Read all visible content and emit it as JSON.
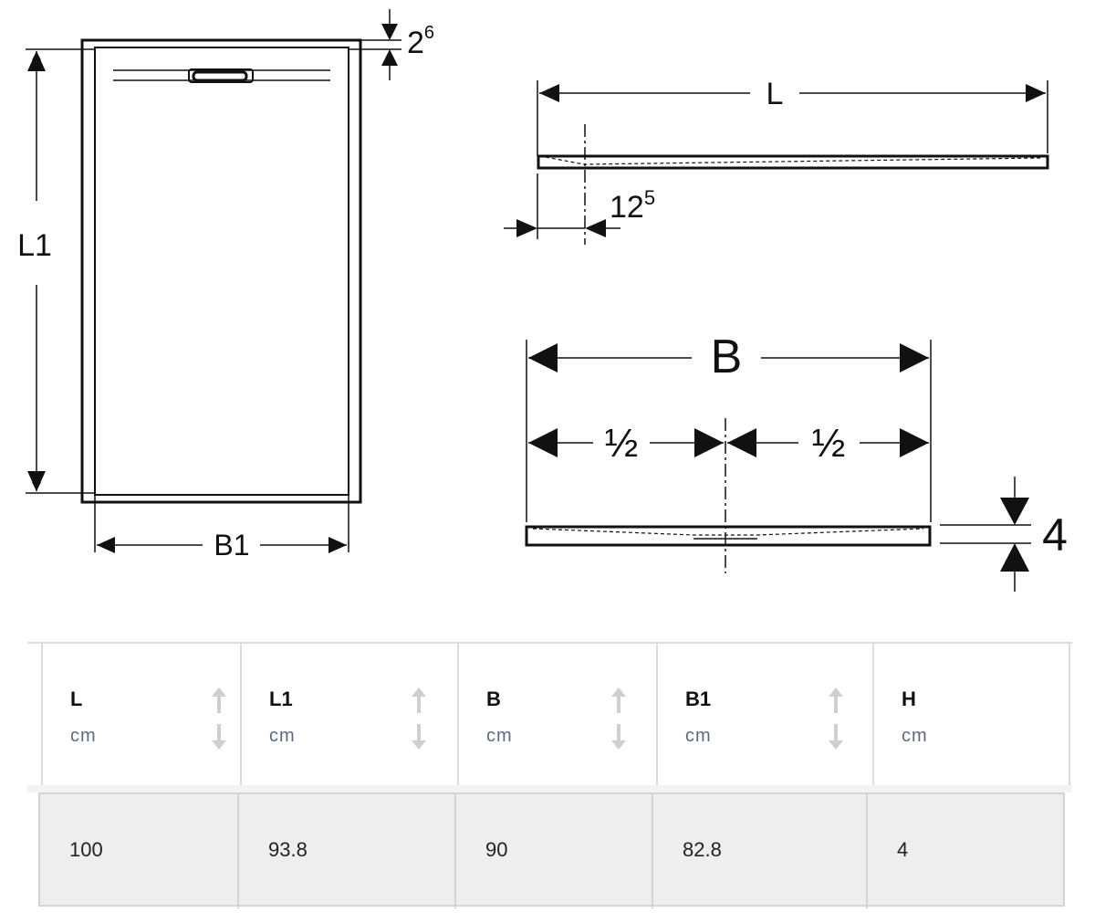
{
  "drawing": {
    "plan_labels": {
      "length": "L1",
      "width": "B1",
      "edge_base": "2",
      "edge_sup": "6"
    },
    "side_labels": {
      "length": "L",
      "offset_base": "12",
      "offset_sup": "5"
    },
    "front_labels": {
      "width": "B",
      "half_left": "½",
      "half_right": "½",
      "height": "4"
    }
  },
  "table": {
    "columns": [
      {
        "name": "L",
        "unit": "cm"
      },
      {
        "name": "L1",
        "unit": "cm"
      },
      {
        "name": "B",
        "unit": "cm"
      },
      {
        "name": "B1",
        "unit": "cm"
      },
      {
        "name": "H",
        "unit": "cm"
      }
    ],
    "rows": [
      [
        "100",
        "93.8",
        "90",
        "82.8",
        "4"
      ]
    ]
  },
  "colors": {
    "line": "#111111",
    "grid": "#dcdcdc",
    "row_bg": "#eeeeee",
    "unit_text": "#5a6a80"
  },
  "icons": {
    "sort": "sort-up-down-icon",
    "arrow": "arrowhead"
  }
}
